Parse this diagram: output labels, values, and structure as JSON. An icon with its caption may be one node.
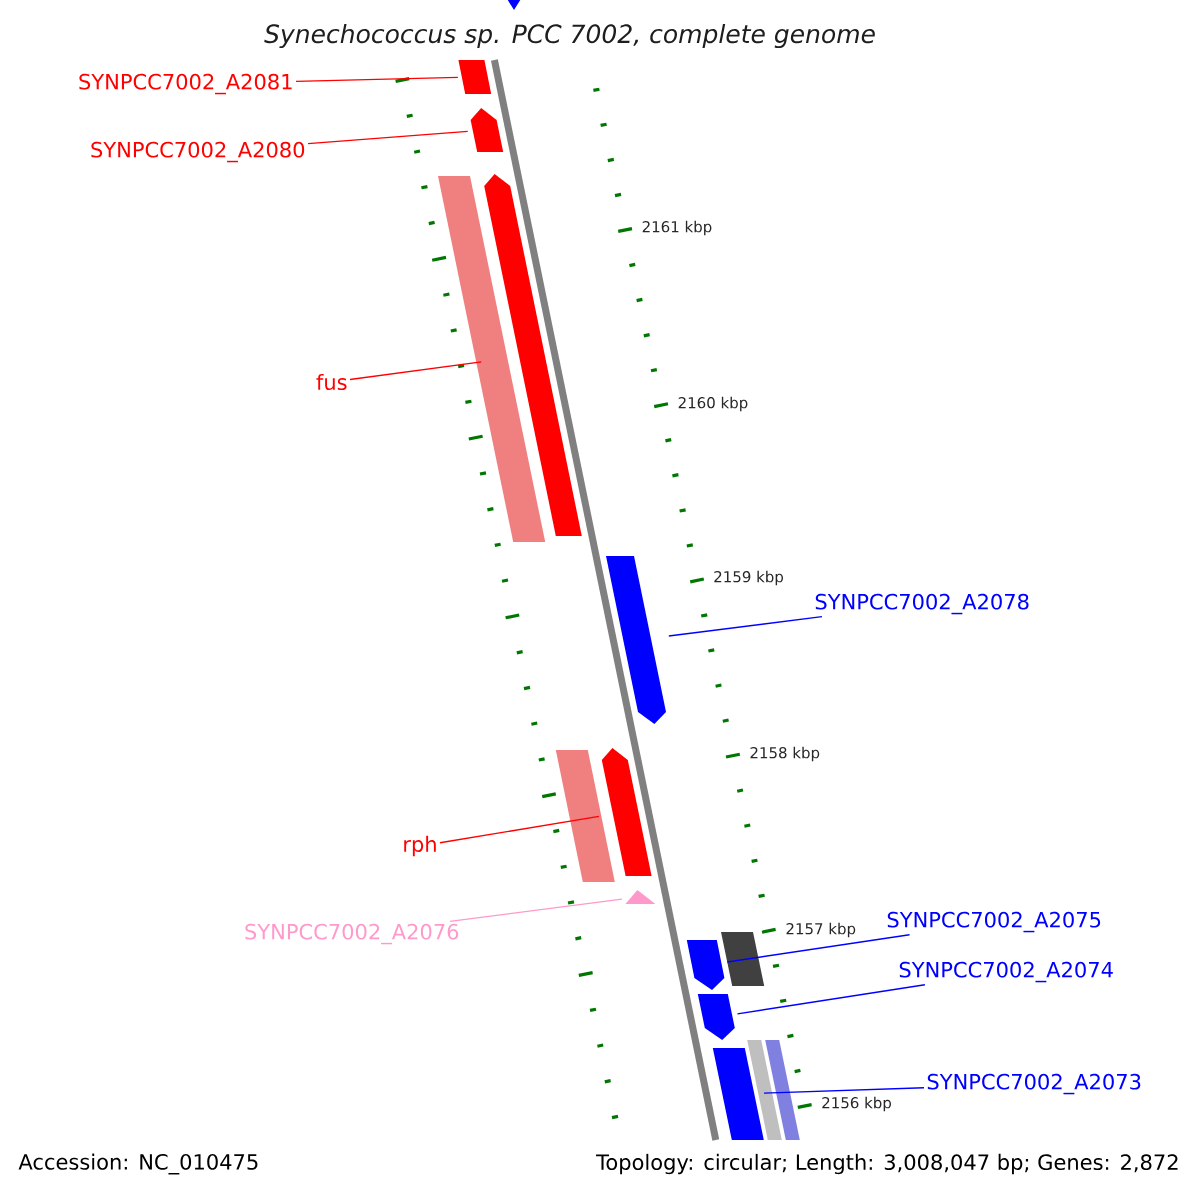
{
  "diagram": {
    "title": "Synechococcus sp. PCC 7002, complete genome",
    "nodes": [
      {
        "text": [
          "SYNPCC7002_A2081"
        ]
      },
      {
        "text": [],
        "shape": "bar"
      },
      {
        "text": [
          "SYNPCC7002_A2080"
        ]
      },
      {
        "text": [],
        "shape": "bar"
      },
      {
        "text": [
          "fus"
        ]
      },
      {
        "text": [],
        "shape": "bar"
      },
      {
        "text": [
          "SYNPCC7002_A2078"
        ]
      },
      {
        "text": [],
        "shape": "bar"
      },
      {
        "text": [
          "rph"
        ]
      },
      {
        "text": [],
        "shape": "bar"
      },
      {
        "text": [
          "SYNPCC7002_A2076"
        ]
      },
      {
        "text": [],
        "shape": "bar"
      },
      {
        "text": [
          "SYNPCC7002_A2075"
        ]
      },
      {
        "text": [],
        "shape": "bar"
      },
      {
        "text": [
          "SYNPCC7002_A2074"
        ]
      },
      {
        "text": [],
        "shape": "bar"
      },
      {
        "text": [
          "SYNPCC7002_A2073"
        ]
      },
      {
        "text": [],
        "shape": "bar"
      }
    ],
    "edges": [
      {
        "from": 0,
        "to": 1,
        "arrow": "none",
        "color": "#ff0000"
      },
      {
        "from": 2,
        "to": 3,
        "arrow": "none",
        "color": "#ff0000"
      },
      {
        "from": 4,
        "to": 5,
        "arrow": "none",
        "color": "#ff0000"
      },
      {
        "from": 6,
        "to": 7,
        "arrow": "none",
        "color": "#0000ff"
      },
      {
        "from": 8,
        "to": 9,
        "arrow": "none",
        "color": "#ff0000"
      },
      {
        "from": 10,
        "to": 11,
        "arrow": "none",
        "color": "#ff99cc"
      },
      {
        "from": 12,
        "to": 13,
        "arrow": "none",
        "color": "#0000ff"
      },
      {
        "from": 14,
        "to": 15,
        "arrow": "none",
        "color": "#0000ff"
      },
      {
        "from": 16,
        "to": 17,
        "arrow": "none",
        "color": "#0000ff"
      }
    ],
    "labels": [
      "2161 kbp",
      "2160 kbp",
      "2159 kbp",
      "2158 kbp",
      "2157 kbp",
      "2156 kbp",
      "Accession: NC_010475",
      "Topology: circular; Length: 3,008,047 bp; Genes: 2,872"
    ]
  }
}
